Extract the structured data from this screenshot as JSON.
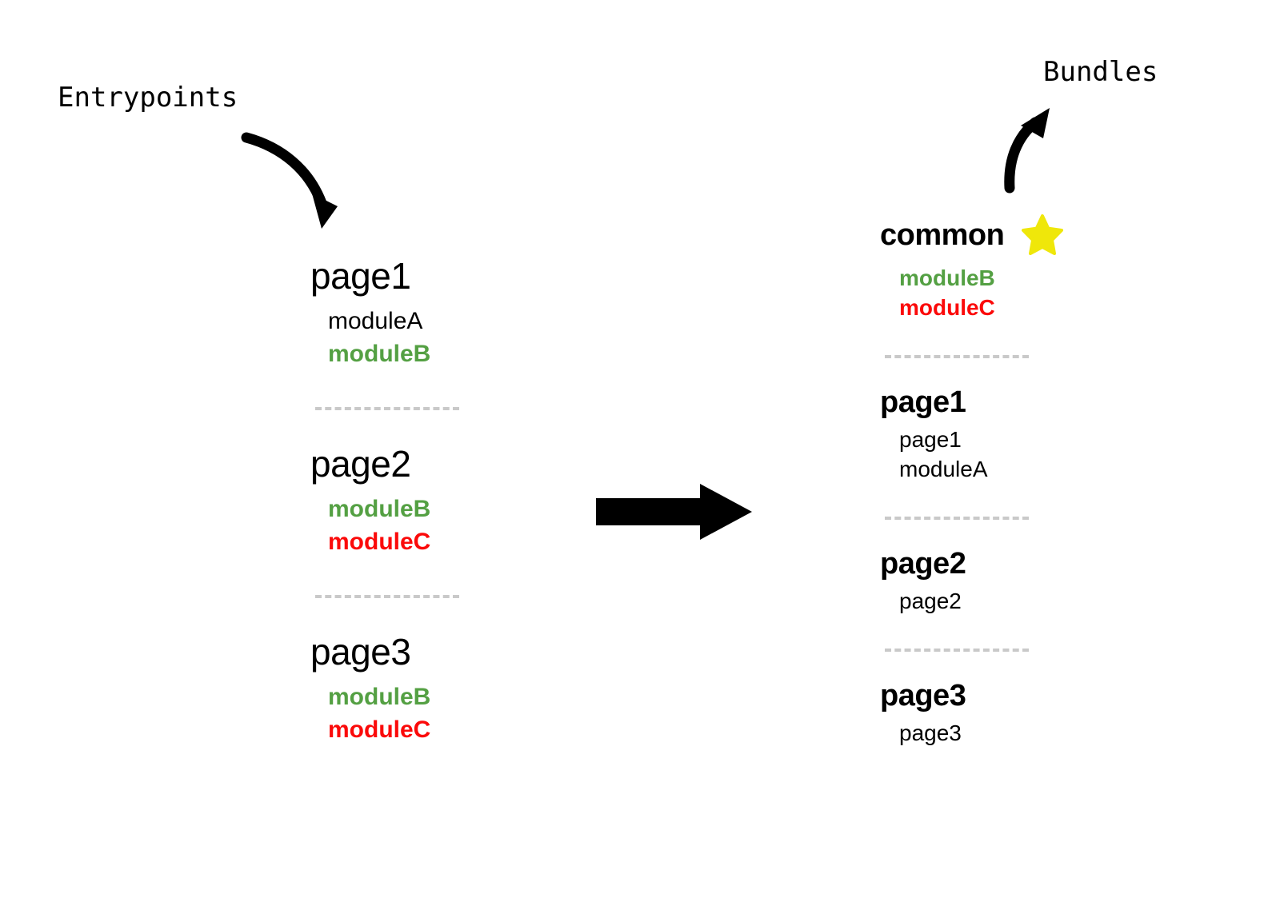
{
  "captions": {
    "entrypoints": "Entrypoints",
    "bundles": "Bundles"
  },
  "colors": {
    "green": "#54a043",
    "red": "#fb0a0a",
    "star_yellow": "#efe70a",
    "divider_gray": "#c9c9c9",
    "text_black": "#000000",
    "background": "#ffffff"
  },
  "icons": {
    "star": "star-icon",
    "entry_arrow": "curved-arrow-down-right-icon",
    "bundle_arrow": "curved-arrow-up-right-icon",
    "transform_arrow": "block-arrow-right-icon"
  },
  "entrypoints": {
    "groups": [
      {
        "title": "page1",
        "items": [
          {
            "label": "moduleA",
            "style": "plain"
          },
          {
            "label": "moduleB",
            "style": "green"
          }
        ]
      },
      {
        "title": "page2",
        "items": [
          {
            "label": "moduleB",
            "style": "green"
          },
          {
            "label": "moduleC",
            "style": "red"
          }
        ]
      },
      {
        "title": "page3",
        "items": [
          {
            "label": "moduleB",
            "style": "green"
          },
          {
            "label": "moduleC",
            "style": "red"
          }
        ]
      }
    ]
  },
  "bundles": {
    "groups": [
      {
        "title": "common",
        "starred": true,
        "items": [
          {
            "label": "moduleB",
            "style": "green"
          },
          {
            "label": "moduleC",
            "style": "red"
          }
        ]
      },
      {
        "title": "page1",
        "starred": false,
        "items": [
          {
            "label": "page1",
            "style": "plain"
          },
          {
            "label": "moduleA",
            "style": "plain"
          }
        ]
      },
      {
        "title": "page2",
        "starred": false,
        "items": [
          {
            "label": "page2",
            "style": "plain"
          }
        ]
      },
      {
        "title": "page3",
        "starred": false,
        "items": [
          {
            "label": "page3",
            "style": "plain"
          }
        ]
      }
    ]
  }
}
